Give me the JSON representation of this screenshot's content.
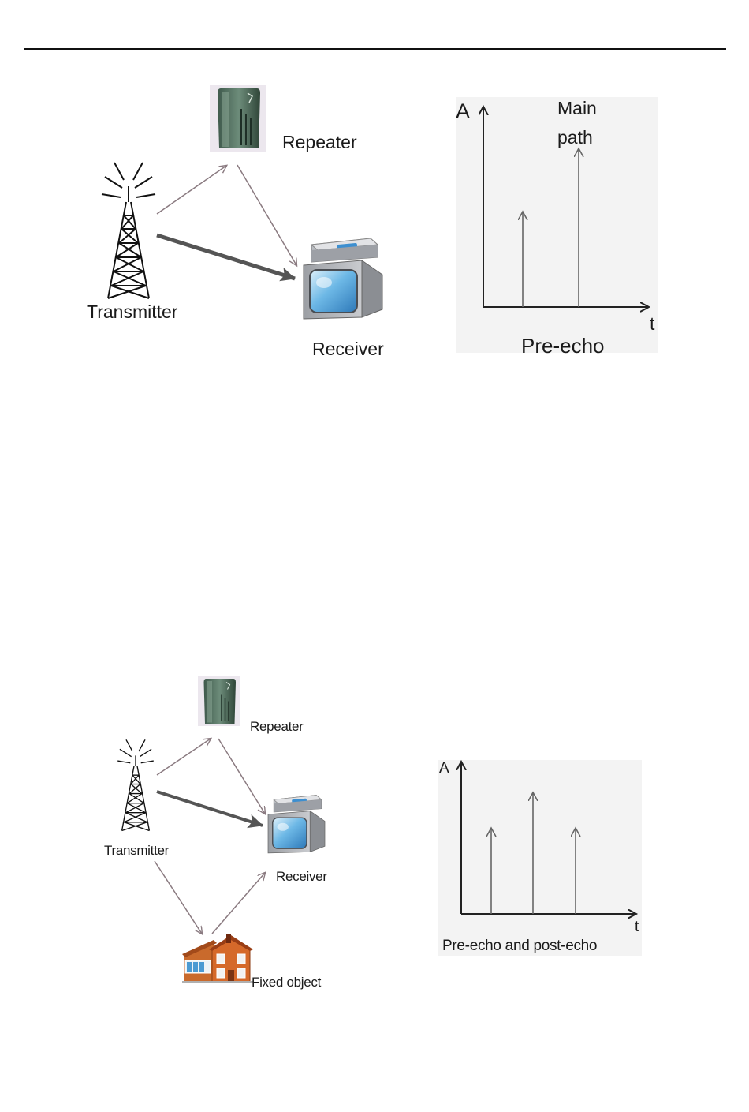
{
  "figure_top": {
    "labels": {
      "repeater": "Repeater",
      "transmitter": "Transmitter",
      "receiver": "Receiver"
    },
    "chart": {
      "y_axis_label": "A",
      "x_axis_label": "t",
      "caption": "Pre-echo",
      "annotation_line1": "Main",
      "annotation_line2": "path"
    }
  },
  "figure_bottom": {
    "labels": {
      "repeater": "Repeater",
      "transmitter": "Transmitter",
      "receiver": "Receiver",
      "fixed_object": "Fixed object"
    },
    "chart": {
      "y_axis_label": "A",
      "x_axis_label": "t",
      "caption": "Pre-echo and post-echo"
    }
  },
  "chart_data": [
    {
      "type": "bar",
      "title": "Pre-echo",
      "xlabel": "t",
      "ylabel": "A",
      "series": [
        {
          "name": "",
          "values": [
            0.6,
            1.0
          ]
        }
      ],
      "annotations": [
        "Main path"
      ],
      "grid": false
    },
    {
      "type": "bar",
      "title": "Pre-echo and post-echo",
      "xlabel": "t",
      "ylabel": "A",
      "series": [
        {
          "name": "",
          "values": [
            0.6,
            0.85,
            0.6
          ]
        }
      ],
      "grid": false
    }
  ],
  "colors": {
    "rule": "#111111",
    "arrow_thin": "#8a7a80",
    "arrow_thick": "#555555",
    "chart_bg": "#f3f3f3",
    "screen_blue": "#4f9fd8",
    "house_orange": "#d5692a"
  }
}
